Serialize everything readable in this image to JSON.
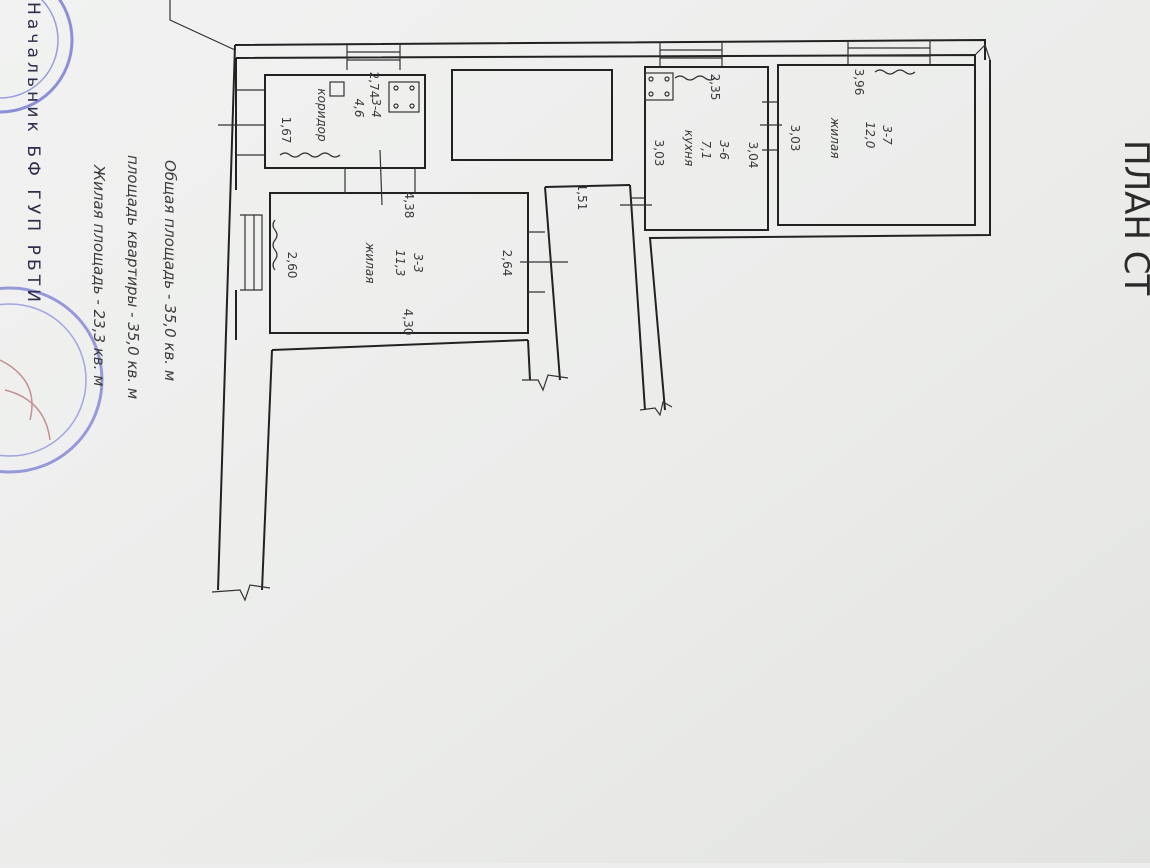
{
  "title": "ПЛАН СТ",
  "signature": "Начальник БФ ГУП РБТИ",
  "summary": {
    "total_area": "Общая площадь - 35,0 кв. м",
    "apartment_area": "площадь квартиры - 35,0 кв. м",
    "living_area": "Жилая площадь - 23,3 кв. м"
  },
  "rooms": {
    "r34": {
      "number": "3-4",
      "area": "4,6",
      "name": "коридор",
      "dim_a": "2,74",
      "dim_b": "1,67"
    },
    "r33": {
      "number": "3-3",
      "area": "11,3",
      "name": "жилая",
      "dim_a": "4,38",
      "dim_b": "2,60",
      "dim_c": "2,64",
      "dim_d": "4,30"
    },
    "hall": {
      "dim_a": "1,51"
    },
    "r36": {
      "number": "3-6",
      "area": "7,1",
      "name": "кухня",
      "dim_a": "2,35",
      "dim_b": "3,03",
      "dim_c": "3,04"
    },
    "r37": {
      "number": "3-7",
      "area": "12,0",
      "name": "жилая",
      "dim_a": "3,96",
      "dim_b": "3,03"
    }
  },
  "colors": {
    "paper": "#ecedec",
    "ink": "#222222",
    "stamp": "#6a6fd0"
  }
}
